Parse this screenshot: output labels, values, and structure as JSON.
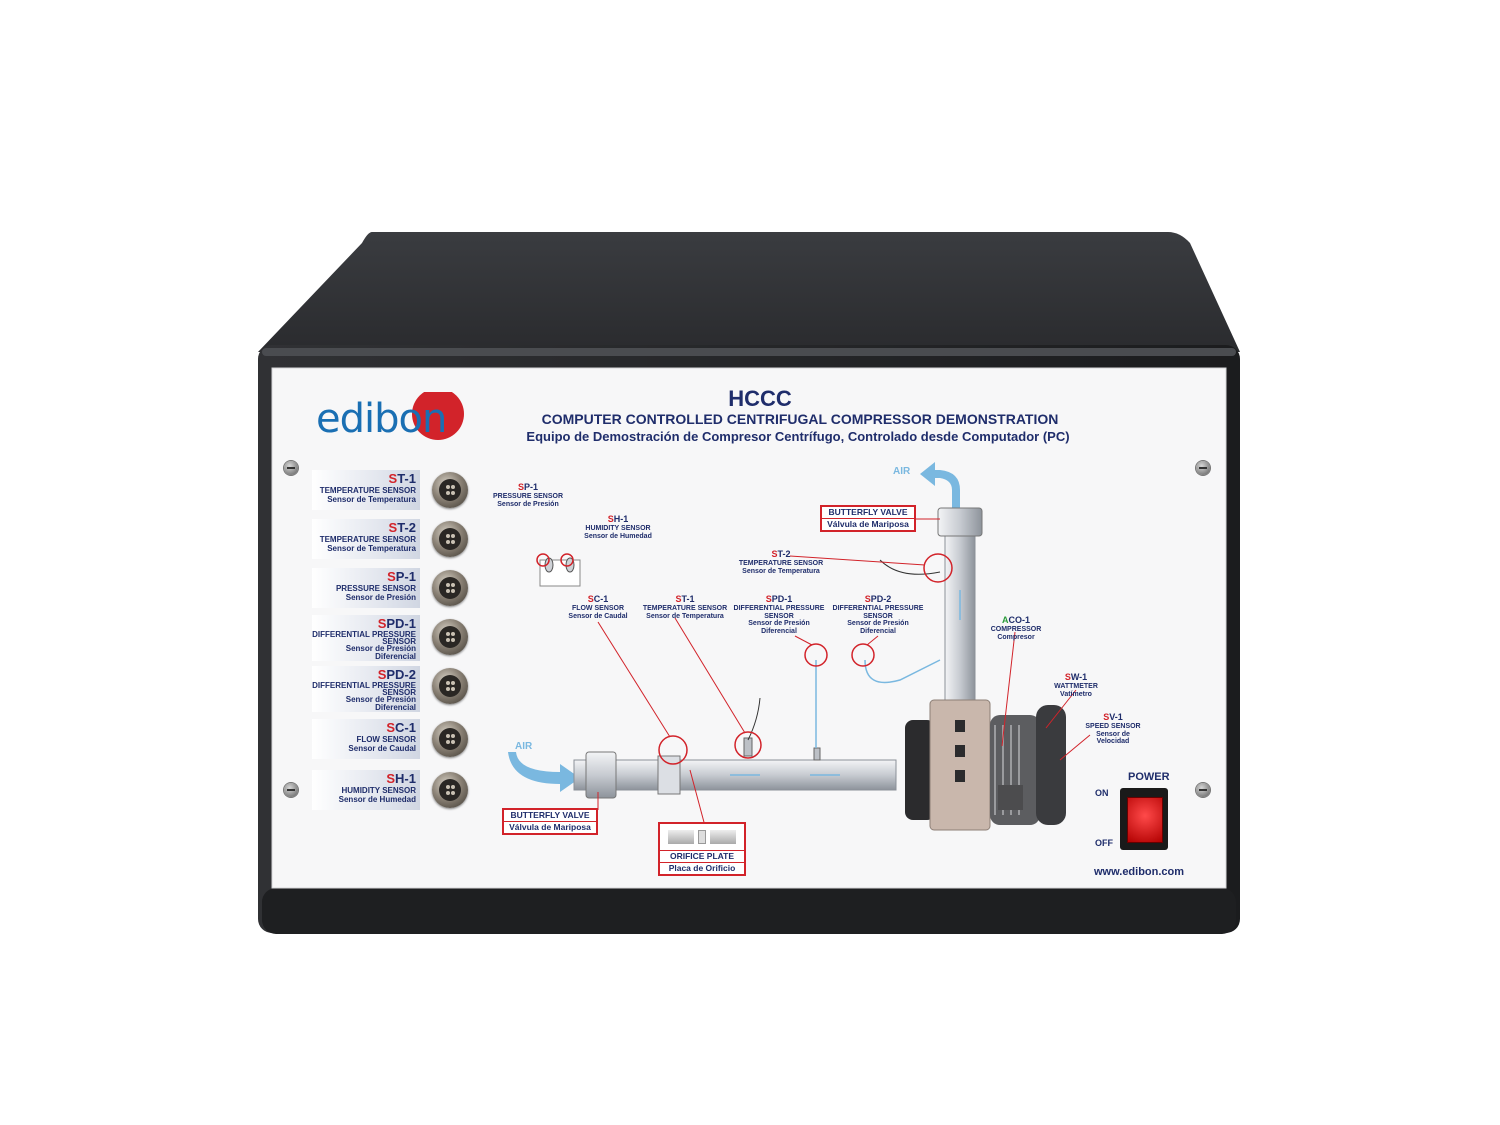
{
  "panel": {
    "model": "HCCC",
    "title_en": "COMPUTER CONTROLLED CENTRIFUGAL COMPRESSOR DEMONSTRATION",
    "title_es": "Equipo de Demostración de Compresor Centrífugo, Controlado desde Computador (PC)",
    "brand": "edibon",
    "website": "www.edibon.com"
  },
  "connectors": [
    {
      "code": "ST-1",
      "en": "TEMPERATURE SENSOR",
      "es": "Sensor de Temperatura"
    },
    {
      "code": "ST-2",
      "en": "TEMPERATURE SENSOR",
      "es": "Sensor de Temperatura"
    },
    {
      "code": "SP-1",
      "en": "PRESSURE SENSOR",
      "es": "Sensor de Presión"
    },
    {
      "code": "SPD-1",
      "en": "DIFFERENTIAL PRESSURE SENSOR",
      "es": "Sensor de Presión Diferencial"
    },
    {
      "code": "SPD-2",
      "en": "DIFFERENTIAL PRESSURE SENSOR",
      "es": "Sensor de Presión Diferencial"
    },
    {
      "code": "SC-1",
      "en": "FLOW SENSOR",
      "es": "Sensor de Caudal"
    },
    {
      "code": "SH-1",
      "en": "HUMIDITY SENSOR",
      "es": "Sensor de Humedad"
    }
  ],
  "diagram": {
    "sp1": {
      "code": "SP-1",
      "en": "PRESSURE SENSOR",
      "es": "Sensor de Presión"
    },
    "sh1": {
      "code": "SH-1",
      "en": "HUMIDITY SENSOR",
      "es": "Sensor de Humedad"
    },
    "sc1": {
      "code": "SC-1",
      "en": "FLOW SENSOR",
      "es": "Sensor de Caudal"
    },
    "st1": {
      "code": "ST-1",
      "en": "TEMPERATURE SENSOR",
      "es": "Sensor de Temperatura"
    },
    "spd1": {
      "code": "SPD-1",
      "en": "DIFFERENTIAL PRESSURE SENSOR",
      "es": "Sensor de Presión Diferencial"
    },
    "spd2": {
      "code": "SPD-2",
      "en": "DIFFERENTIAL PRESSURE SENSOR",
      "es": "Sensor de Presión Diferencial"
    },
    "st2": {
      "code": "ST-2",
      "en": "TEMPERATURE SENSOR",
      "es": "Sensor de Temperatura"
    },
    "aco1": {
      "code": "ACO-1",
      "en": "COMPRESSOR",
      "es": "Compresor"
    },
    "sw1": {
      "code": "SW-1",
      "en": "WATTMETER",
      "es": "Vatímetro"
    },
    "sv1": {
      "code": "SV-1",
      "en": "SPEED SENSOR",
      "es": "Sensor de Velocidad"
    },
    "air_in": "AIR",
    "air_out": "AIR",
    "butterfly_top": {
      "en": "BUTTERFLY VALVE",
      "es": "Válvula de Mariposa"
    },
    "butterfly_bottom": {
      "en": "BUTTERFLY VALVE",
      "es": "Válvula de Mariposa"
    },
    "orifice": {
      "en": "ORIFICE PLATE",
      "es": "Placa de Orificio"
    }
  },
  "power": {
    "label": "POWER",
    "on": "ON",
    "off": "OFF"
  },
  "colors": {
    "accent_red": "#d2232a",
    "navy": "#1f2d6b",
    "air_blue": "#7ab8e0"
  }
}
